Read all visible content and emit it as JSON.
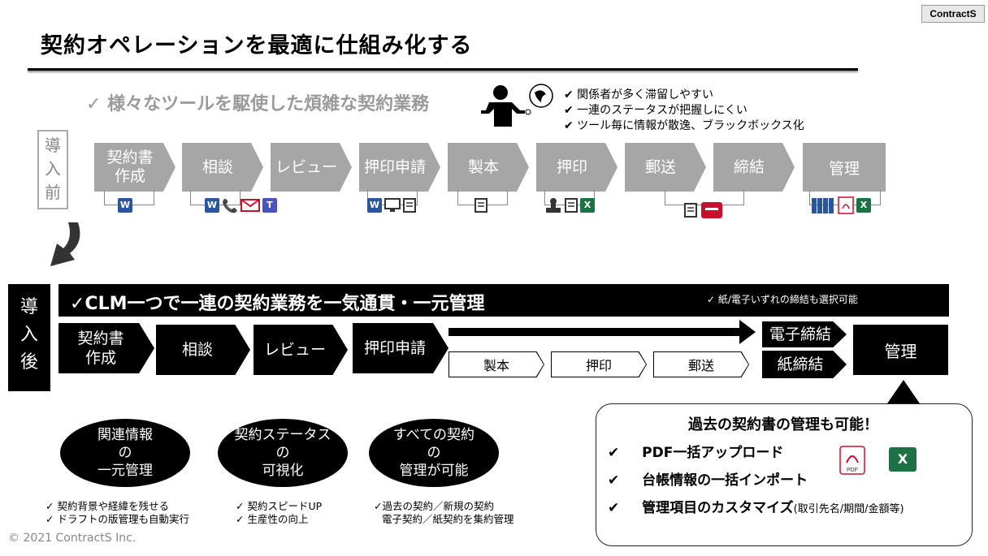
{
  "brand": {
    "logo": "ContractS"
  },
  "title": "契約オペレーションを最適に仕組み化する",
  "before": {
    "heading": "✓ 様々なツールを駆使した煩雑な契約業務",
    "label": [
      "導",
      "入",
      "前"
    ],
    "issues": [
      "✔ 関係者が多く滞留しやすい",
      "✔ 一連のステータスが把握しにくい",
      "✔ ツール毎に情報が散逸、ブラックボックス化"
    ],
    "steps": [
      "契約書\n作成",
      "相談",
      "レビュー",
      "押印申請",
      "製本",
      "押印",
      "郵送",
      "締結",
      "管理"
    ]
  },
  "after": {
    "label": [
      "導",
      "入",
      "後"
    ],
    "banner": "✓CLM一つで一連の契約業務を一気通貫・一元管理",
    "banner_note": "✓ 紙/電子いずれの締結も選択可能",
    "steps_main": [
      "契約書\n作成",
      "相談",
      "レビュー",
      "押印申請"
    ],
    "paper_steps": [
      "製本",
      "押印",
      "郵送"
    ],
    "electronic": "電子締結",
    "paper": "紙締結",
    "manage": "管理"
  },
  "features": [
    {
      "circle": "関連情報\nの\n一元管理",
      "notes": [
        "✓ 契約背景や経緯を残せる",
        "✓ ドラフトの版管理も自動実行"
      ]
    },
    {
      "circle": "契約ステータス\nの\n可視化",
      "notes": [
        "✓ 契約スピードUP",
        "✓ 生産性の向上"
      ]
    },
    {
      "circle": "すべての契約\nの\n管理が可能",
      "notes": [
        "✓過去の契約／新規の契約",
        "電子契約／紙契約を集約管理"
      ]
    }
  ],
  "callout": {
    "title": "過去の契約書の管理も可能！",
    "items": [
      {
        "check": "✔",
        "text": "PDF一括アップロード",
        "extra": ""
      },
      {
        "check": "✔",
        "text": "台帳情報の一括インポート",
        "extra": ""
      },
      {
        "check": "✔",
        "text": "管理項目のカスタマイズ",
        "extra": "(取引先名/期間/金額等)"
      }
    ],
    "pdf_icon_label": "PDF",
    "excel_icon_label": "X"
  },
  "footer": "© 2021 ContractS Inc.",
  "icons": {
    "word": "W",
    "excel": "X",
    "teams": "T"
  },
  "colors": {
    "gray": "#a6a6a6",
    "black": "#000000",
    "word": "#2b579a",
    "excel": "#1e7145",
    "red": "#c8102e"
  }
}
